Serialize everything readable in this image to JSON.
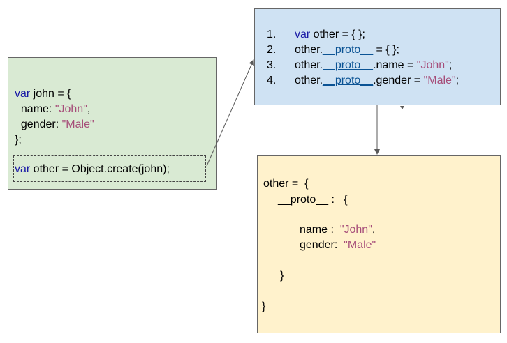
{
  "john_box": {
    "lines": [
      {
        "kw": "var",
        "text": " john = {"
      },
      {
        "text": "  name: ",
        "str": "\"John\"",
        "tail": ","
      },
      {
        "text": "  gender: ",
        "str": "\"Male\"",
        "tail": ""
      },
      {
        "text": "};"
      }
    ],
    "create_line": {
      "kw": "var",
      "text": " other = Object.create(john);"
    }
  },
  "proto_box": {
    "items": [
      {
        "num": "1.",
        "kw": "var",
        "text": " other = { };"
      },
      {
        "num": "2.",
        "pre": "other.",
        "proto": "__proto__",
        "post": " = { };"
      },
      {
        "num": "3.",
        "pre": "other.",
        "proto": "__proto__",
        "post": ".name = ",
        "str": "\"John\"",
        "tail": ";"
      },
      {
        "num": "4.",
        "pre": "other.",
        "proto": "__proto__",
        "post": ".gender = ",
        "str": "\"Male\"",
        "tail": ";"
      }
    ]
  },
  "result_box": {
    "line1": "other =  {",
    "line2": "__proto__ :   {",
    "name_key": "name :  ",
    "name_val": "\"John\"",
    "name_tail": ",",
    "gender_key": "gender:  ",
    "gender_val": "\"Male\"",
    "inner_close": "}",
    "outer_close": "}"
  },
  "colors": {
    "keyword": "#1a1aa6",
    "string": "#a64d79",
    "proto_link": "#0b5394",
    "green_box": "#d9ead3",
    "blue_box": "#cfe2f3",
    "yellow_box": "#fff2cc"
  }
}
